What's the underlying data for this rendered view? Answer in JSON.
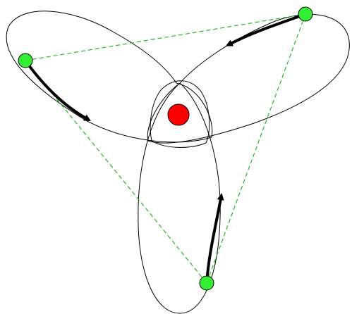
{
  "diagram": {
    "colors": {
      "background": "#ffffff",
      "orbit": "#000000",
      "triangle": "#22bb22",
      "central_body": "#ff0000",
      "satellite": "#33ee33",
      "arrow": "#000000"
    },
    "central_body": {
      "name": "central-body",
      "shape": "circle"
    },
    "satellites": [
      {
        "name": "satellite-left"
      },
      {
        "name": "satellite-top-right"
      },
      {
        "name": "satellite-bottom"
      }
    ],
    "orbits": [
      {
        "name": "orbit-left"
      },
      {
        "name": "orbit-right"
      },
      {
        "name": "orbit-bottom"
      }
    ],
    "triangle": {
      "style": "dashed",
      "connects": [
        "satellite-left",
        "satellite-top-right",
        "satellite-bottom"
      ]
    },
    "motion_arrows": [
      {
        "name": "arrow-left-satellite"
      },
      {
        "name": "arrow-top-right-satellite"
      },
      {
        "name": "arrow-bottom-satellite"
      }
    ]
  }
}
